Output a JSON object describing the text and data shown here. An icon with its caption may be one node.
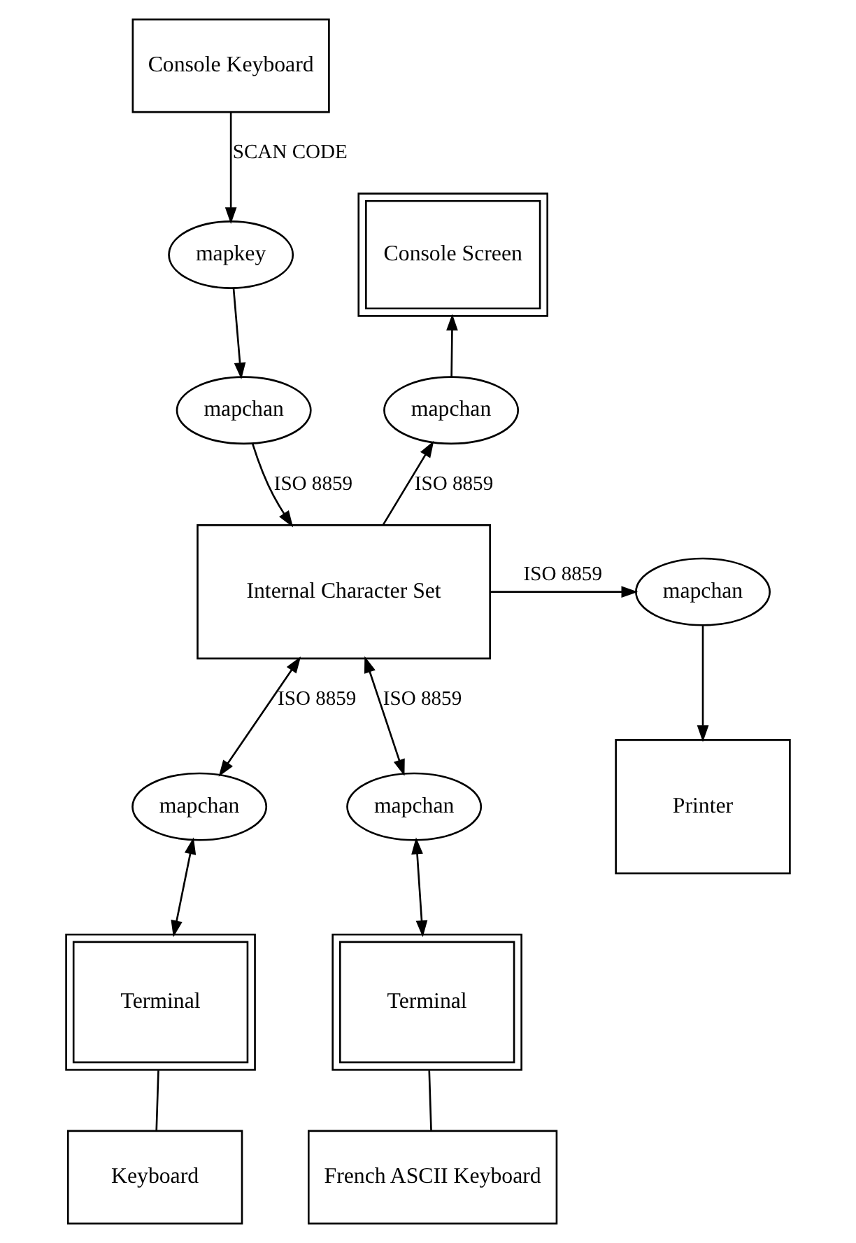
{
  "diagram": {
    "nodes": [
      {
        "text": [
          "Console Keyboard"
        ]
      },
      {
        "text": [
          "Console Screen"
        ]
      },
      {
        "text": [
          "mapkey"
        ]
      },
      {
        "text": [
          "mapchan"
        ]
      },
      {
        "text": [
          "mapchan"
        ]
      },
      {
        "text": [
          "Internal Character Set"
        ]
      },
      {
        "text": [
          "mapchan"
        ]
      },
      {
        "text": [
          "Printer"
        ]
      },
      {
        "text": [
          "mapchan"
        ]
      },
      {
        "text": [
          "mapchan"
        ]
      },
      {
        "text": [
          "Terminal"
        ]
      },
      {
        "text": [
          "Terminal"
        ]
      },
      {
        "text": [
          "Keyboard"
        ]
      },
      {
        "text": [
          "French ASCII Keyboard"
        ]
      }
    ],
    "edges": [
      {
        "from": 0,
        "to": 2,
        "arrow": "to",
        "label": "SCAN CODE"
      },
      {
        "from": 2,
        "to": 4,
        "arrow": "to"
      },
      {
        "from": 4,
        "to": 5,
        "arrow": "to",
        "label": "ISO 8859"
      },
      {
        "from": 5,
        "to": 3,
        "arrow": "to",
        "label": "ISO 8859"
      },
      {
        "from": 3,
        "to": 1,
        "arrow": "to"
      },
      {
        "from": 5,
        "to": 6,
        "arrow": "to",
        "label": "ISO 8859"
      },
      {
        "from": 6,
        "to": 7,
        "arrow": "to"
      },
      {
        "from": 5,
        "to": 8,
        "arrow": "both",
        "label": "ISO 8859"
      },
      {
        "from": 8,
        "to": 10,
        "arrow": "both"
      },
      {
        "from": 5,
        "to": 9,
        "arrow": "both",
        "label": "ISO 8859"
      },
      {
        "from": 9,
        "to": 11,
        "arrow": "both"
      },
      {
        "from": 10,
        "to": 12,
        "arrow": "none"
      },
      {
        "from": 11,
        "to": 13,
        "arrow": "none"
      }
    ]
  }
}
